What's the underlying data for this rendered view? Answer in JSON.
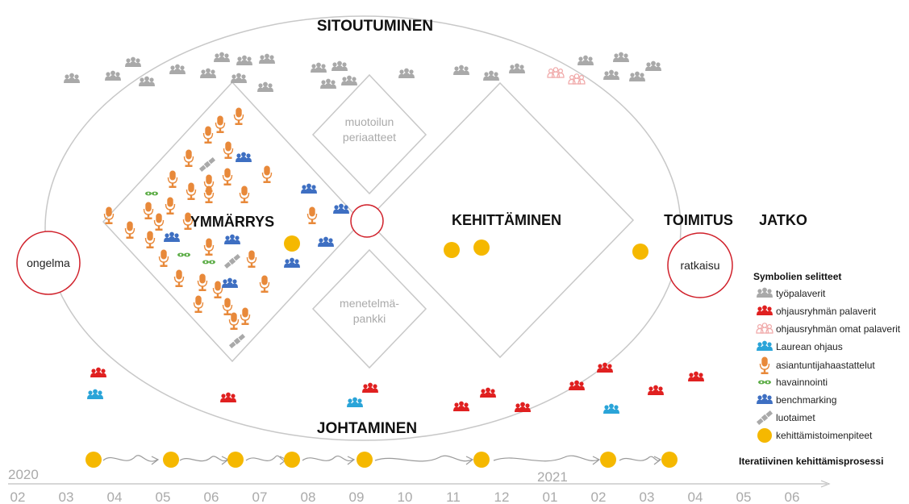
{
  "labels": {
    "top": "SITOUTUMINEN",
    "bottom": "JOHTAMINEN",
    "understanding": "YMMÄRRYS",
    "development": "KEHITTÄMINEN",
    "delivery": "TOIMITUS",
    "continuation": "JATKO",
    "problem": "ongelma",
    "solution": "ratkaisu",
    "design_principles": [
      "muotoilun",
      "periaatteet"
    ],
    "method_bank": [
      "menetelmä-",
      "pankki"
    ],
    "process": "Iteratiivinen kehittämisprosessi"
  },
  "legend": {
    "title": "Symbolien selitteet",
    "items": [
      {
        "icon": "group-icon",
        "color": "#a9a9a9",
        "label": "työpalaverit"
      },
      {
        "icon": "group-icon",
        "color": "#e02020",
        "label": "ohjausryhmän palaverit"
      },
      {
        "icon": "group-outline-icon",
        "color": "#f0a8a8",
        "label": "ohjausryhmän omat palaverit"
      },
      {
        "icon": "group-icon",
        "color": "#2aa4d8",
        "label": "Laurean ohjaus"
      },
      {
        "icon": "microphone-icon",
        "color": "#e8893a",
        "label": "asiantuntijahaastattelut"
      },
      {
        "icon": "eye-icon",
        "color": "#5fae4a",
        "label": "havainnointi"
      },
      {
        "icon": "group-icon",
        "color": "#3e6fc2",
        "label": "benchmarking"
      },
      {
        "icon": "satellite-icon",
        "color": "#a9a9a9",
        "label": "luotaimet"
      },
      {
        "icon": "dot-icon",
        "color": "#f5b800",
        "label": "kehittämistoimenpiteet"
      }
    ]
  },
  "timeline": {
    "year_start": "2020",
    "year_mid": "2021",
    "months": [
      "02",
      "03",
      "04",
      "05",
      "06",
      "07",
      "08",
      "09",
      "10",
      "11",
      "12",
      "01",
      "02",
      "03",
      "04",
      "05",
      "06"
    ]
  },
  "colors": {
    "outline": "#c8c8c8",
    "red": "#d0202a",
    "yellow": "#f5b800",
    "orange": "#e8893a",
    "blue": "#3e6fc2",
    "cyan": "#2aa4d8",
    "green": "#5fae4a",
    "grey": "#a9a9a9",
    "pink": "#f0a8a8",
    "timeline": "#bfbfbf"
  }
}
